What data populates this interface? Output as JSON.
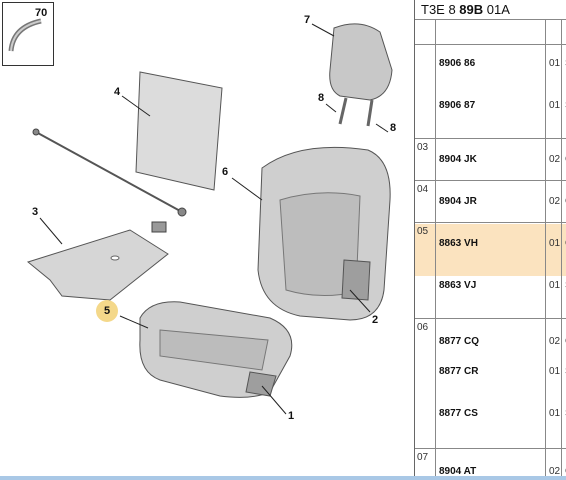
{
  "diagram": {
    "thumb_label": "70",
    "callouts": {
      "c1": "1",
      "c2": "2",
      "c3": "3",
      "c4": "4",
      "c5": "5",
      "c6": "6",
      "c7": "7",
      "c8a": "8",
      "c8b": "8"
    },
    "highlight_color": "#f4d88a"
  },
  "panel": {
    "header_prefix": "T3E 8 ",
    "header_bold": "89B",
    "header_suffix": " 01A",
    "rows": [
      {
        "num": "",
        "part": "8906 86",
        "qty": "01",
        "cut": "S"
      },
      {
        "num": "",
        "part": "8906 87",
        "qty": "01",
        "cut": "S"
      },
      {
        "num": "03",
        "part": "8904 JK",
        "qty": "02",
        "cut": "C"
      },
      {
        "num": "04",
        "part": "8904 JR",
        "qty": "02",
        "cut": "G"
      },
      {
        "num": "05",
        "part": "8863 VH",
        "qty": "01",
        "cut": "C"
      },
      {
        "num": "",
        "part": "8863 VJ",
        "qty": "01",
        "cut": "S"
      },
      {
        "num": "06",
        "part": "8877 CQ",
        "qty": "02",
        "cut": "C"
      },
      {
        "num": "",
        "part": "8877 CR",
        "qty": "01",
        "cut": "S"
      },
      {
        "num": "",
        "part": "8877 CS",
        "qty": "01",
        "cut": "S"
      },
      {
        "num": "07",
        "part": "8904 AT",
        "qty": "02",
        "cut": "C"
      }
    ],
    "highlight_color": "#fbe3bf"
  }
}
